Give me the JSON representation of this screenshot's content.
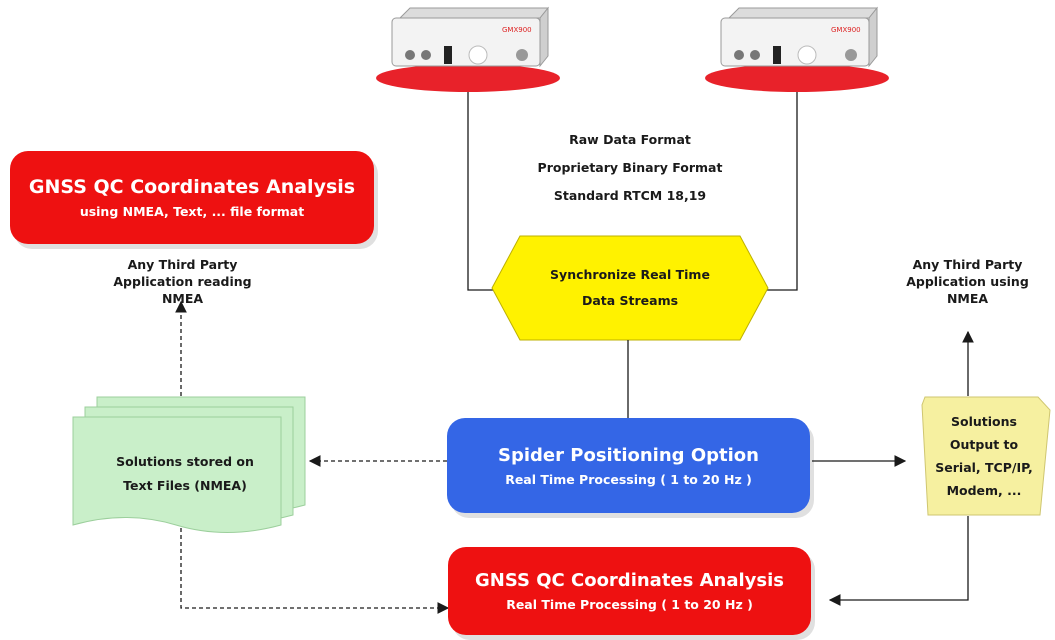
{
  "devices": [
    {
      "brand": "GMX900"
    },
    {
      "brand": "GMX900"
    }
  ],
  "raw_formats": [
    "Raw Data Format",
    "Proprietary Binary Format",
    "Standard RTCM 18,19"
  ],
  "sync_node": {
    "lines": [
      "Synchronize Real Time",
      "Data Streams"
    ]
  },
  "top_qc_box": {
    "title": "GNSS QC Coordinates Analysis",
    "subtitle": "using NMEA, Text, ... file format"
  },
  "left_app_label": [
    "Any Third Party",
    "Application reading",
    "NMEA"
  ],
  "right_app_label": [
    "Any Third Party",
    "Application using",
    "NMEA"
  ],
  "spider_box": {
    "title": "Spider Positioning Option",
    "subtitle": "Real Time Processing ( 1 to 20 Hz )"
  },
  "files_node": {
    "lines": [
      "Solutions stored on",
      "Text Files (NMEA)"
    ]
  },
  "output_node": {
    "lines": [
      "Solutions",
      "Output to",
      "Serial, TCP/IP,",
      "Modem, ..."
    ]
  },
  "bottom_qc_box": {
    "title": "GNSS QC Coordinates Analysis",
    "subtitle": "Real Time Processing ( 1 to 20 Hz )"
  },
  "colors": {
    "red": "#ee1111",
    "blue": "#3466e6",
    "yellow": "#fff200",
    "green": "#c9efc9",
    "paper_yellow": "#f6f0a0",
    "line": "#1a1a1a"
  }
}
